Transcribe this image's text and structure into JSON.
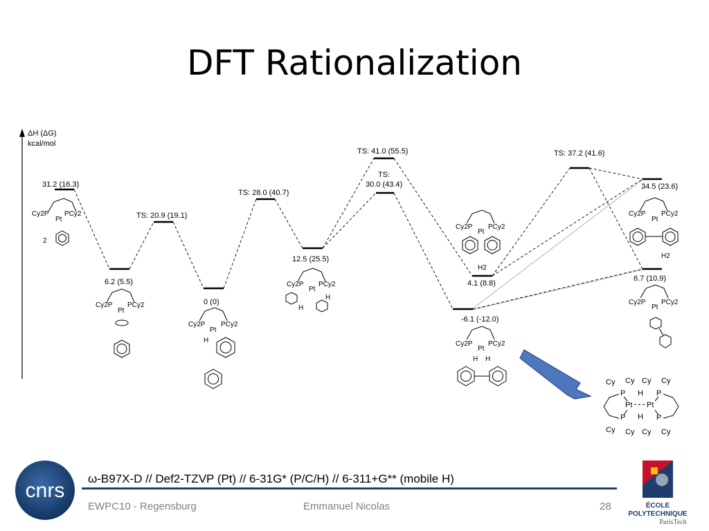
{
  "slide": {
    "title": "DFT Rationalization",
    "method": "ω-B97X-D // Def2-TZVP (Pt) // 6-31G* (P/C/H) // 6-311+G** (mobile H)",
    "footer": {
      "left": "EWPC10 - Regensburg",
      "center": "Emmanuel Nicolas",
      "page": "28"
    },
    "logos": {
      "cnrs": "cnrs",
      "polytechnique_line1": "ÉCOLE",
      "polytechnique_line2": "POLYTECHNIQUE",
      "polytechnique_line3": "ParisTech"
    }
  },
  "diagram": {
    "axis_label_line1": "ΔH (ΔG)",
    "axis_label_line2": "kcal/mol",
    "levels": {
      "l1": "31.2 (16.3)",
      "l2": "6.2 (5.5)",
      "l3": "TS: 20.9 (19.1)",
      "l4": "0 (0)",
      "l5": "TS: 28.0 (40.7)",
      "l6": "12.5 (25.5)",
      "l7": "TS: 41.0 (55.5)",
      "l8_a": "TS:",
      "l8_b": "30.0 (43.4)",
      "l9": "4.1 (8.8)",
      "l10": "-6.1 (-12.0)",
      "l11": "TS: 37.2 (41.6)",
      "l12": "34.5 (23.6)",
      "l13": "6.7 (10.9)"
    },
    "struct_text": {
      "cy2p": "Cy2P",
      "pcy2": "PCy2",
      "pt": "Pt",
      "h": "H",
      "h2": "H2",
      "two": "2",
      "cy": "Cy",
      "p": "P"
    }
  },
  "colors": {
    "footer_line": "#1f3d6b",
    "arrow_fill": "#4f77be",
    "arrow_stroke": "#2c4d8b",
    "cnrs_bg": "#1a4072",
    "polytech_red": "#c8102e",
    "polytech_blue": "#1f3d6b"
  }
}
